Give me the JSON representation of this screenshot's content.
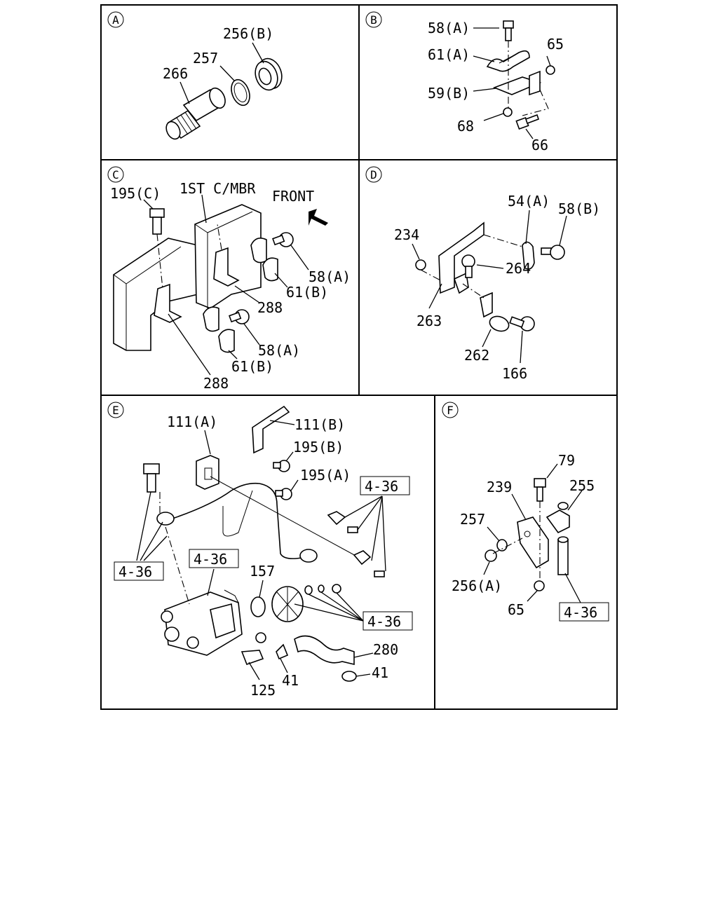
{
  "panels": {
    "A": {
      "letter": "A",
      "labels": {
        "p256b": "256(B)",
        "p257": "257",
        "p266": "266"
      }
    },
    "B": {
      "letter": "B",
      "labels": {
        "p58a": "58(A)",
        "p61a": "61(A)",
        "p65": "65",
        "p59b": "59(B)",
        "p68": "68",
        "p66": "66"
      }
    },
    "C": {
      "letter": "C",
      "labels": {
        "p195c": "195(C)",
        "crossmember": "1ST C/MBR",
        "front": "FRONT",
        "p58a_1": "58(A)",
        "p61b_1": "61(B)",
        "p288_1": "288",
        "p58a_2": "58(A)",
        "p61b_2": "61(B)",
        "p288_2": "288"
      }
    },
    "D": {
      "letter": "D",
      "labels": {
        "p54a": "54(A)",
        "p58b": "58(B)",
        "p234": "234",
        "p264": "264",
        "p263": "263",
        "p262": "262",
        "p166": "166"
      }
    },
    "E": {
      "letter": "E",
      "labels": {
        "p111a": "111(A)",
        "p111b": "111(B)",
        "p195b": "195(B)",
        "p195a": "195(A)",
        "ref436_1": "4-36",
        "ref436_2": "4-36",
        "ref436_3": "4-36",
        "ref436_4": "4-36",
        "p157": "157",
        "p280": "280",
        "p41_1": "41",
        "p41_2": "41",
        "p125": "125"
      }
    },
    "F": {
      "letter": "F",
      "labels": {
        "p79": "79",
        "p239": "239",
        "p255": "255",
        "p257": "257",
        "p256a": "256(A)",
        "p65": "65",
        "ref436": "4-36"
      }
    }
  }
}
